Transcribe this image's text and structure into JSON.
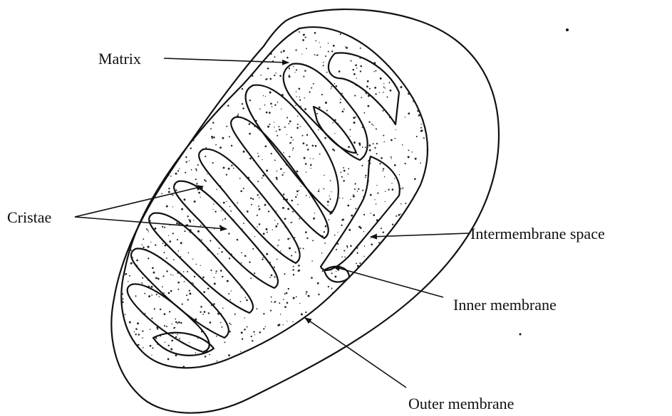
{
  "labels": {
    "matrix": "Matrix",
    "cristae": "Cristae",
    "intermembrane_space": "Intermembrane space",
    "inner_membrane": "Inner membrane",
    "outer_membrane": "Outer membrane"
  },
  "colors": {
    "ink": "#111111",
    "background": "#ffffff",
    "stipple": "#222222"
  }
}
